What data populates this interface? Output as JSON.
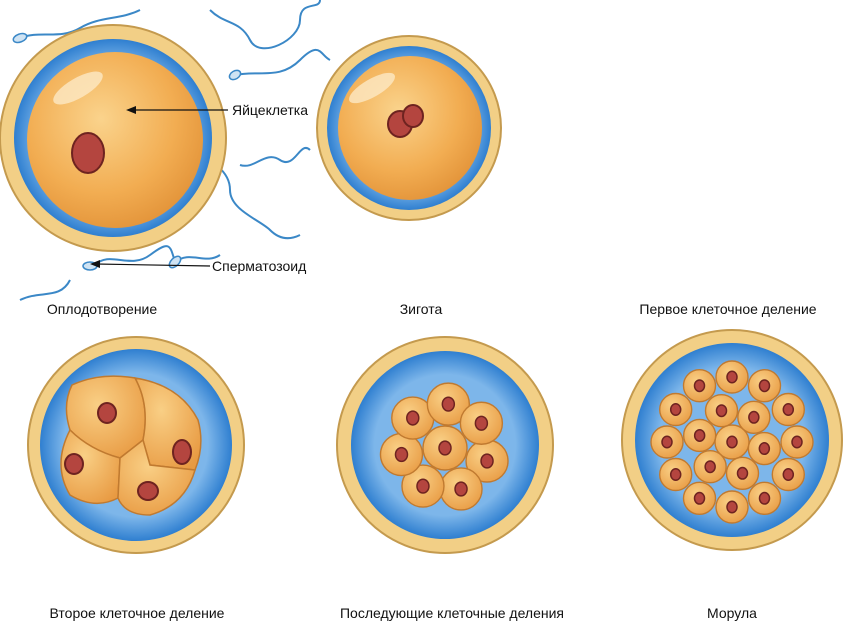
{
  "colors": {
    "zona": "#f2cf86",
    "zona_edge": "#c49a4e",
    "space": "#4a92dd",
    "space_light": "#9ecbf2",
    "cytoplasm": "#f1a94d",
    "cytoplasm_light": "#f8c97a",
    "nucleus": "#b4453f",
    "nucleus_dark": "#6e2320",
    "sperm": "#3b88c7"
  },
  "labels": {
    "egg": "Яйцеклетка",
    "sperm": "Сперматозоид"
  },
  "captions": {
    "fertilization": "Оплодотворение",
    "zygote": "Зигота",
    "first_division": "Первое клеточное деление",
    "second_division": "Второе клеточное деление",
    "subsequent_divisions": "Последующие клеточные деления",
    "morula": "Морула"
  }
}
